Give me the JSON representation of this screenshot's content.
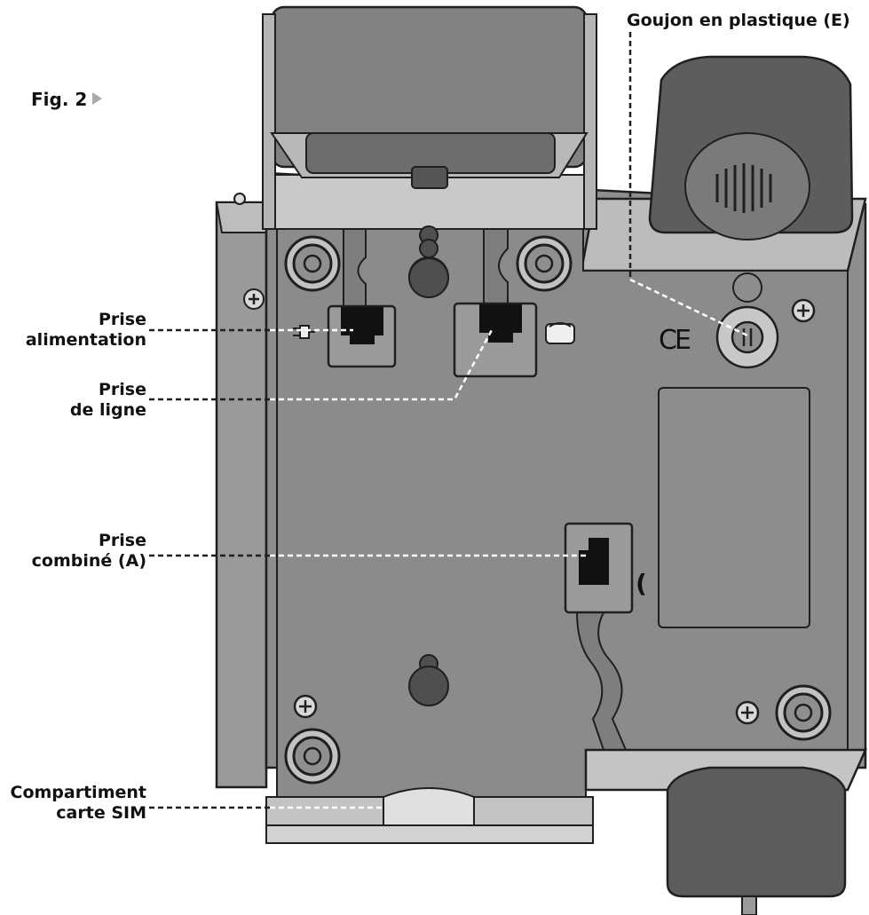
{
  "figure": {
    "label": "Fig. 2",
    "arrow_icon": "triangle-right-icon"
  },
  "mark": {
    "ce": "CE"
  },
  "callouts": {
    "power_jack": {
      "line1": "Prise",
      "line2": "alimentation"
    },
    "line_jack": {
      "line1": "Prise",
      "line2": "de ligne"
    },
    "handset_jack": {
      "line1": "Prise",
      "line2": "combiné (A)"
    },
    "sim_compartment": {
      "line1": "Compartiment",
      "line2": "carte SIM"
    },
    "plastic_stud": {
      "text": "Goujon en plastique (E)"
    }
  },
  "colors": {
    "body": "#8d8d8d",
    "body_dark": "#727272",
    "top_light": "#c8c8c8",
    "outline": "#1f1f1f",
    "leader": "#ffffff"
  }
}
